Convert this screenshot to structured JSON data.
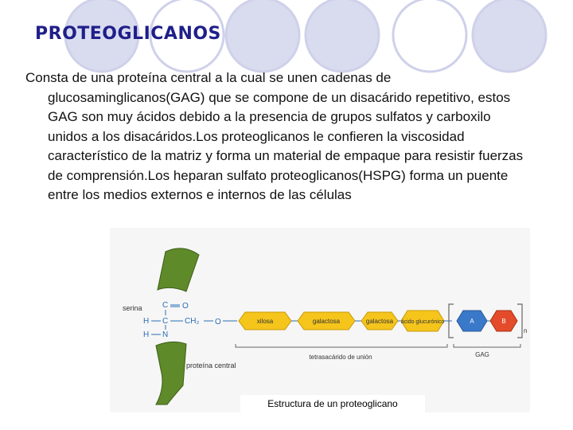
{
  "slide": {
    "title": "PROTEOGLICANOS",
    "body": "Consta de una proteína central a la cual se unen cadenas de glucosaminglicanos(GAG) que se compone de un disacárido repetitivo, estos GAG son muy ácidos debido a la presencia de grupos sulfatos y carboxilo unidos a los disacáridos.Los proteoglicanos le confieren la viscosidad característico de la matriz y forma un material de empaque para resistir fuerzas de comprensión.Los heparan sulfato proteoglicanos(HSPG) forma un puente entre los medios externos e internos de las células"
  },
  "figure": {
    "caption": "Estructura de un proteoglicano",
    "serine_label": "serina",
    "core_protein_label": "proteína central",
    "linkage_label": "tetrasacárido de unión",
    "gag_label": "GAG",
    "repeat_subscript": "n",
    "atoms": {
      "c_top": "C",
      "o": "O",
      "h_left": "H",
      "c_mid": "C",
      "ch2": "CH₂",
      "o_link": "O",
      "h_bottom": "H",
      "n": "N"
    },
    "sugars": [
      "xilosa",
      "galactosa",
      "galactosa",
      "ácido glucurónico"
    ],
    "disaccharide_units": [
      "A",
      "B"
    ],
    "colors": {
      "title": "#1f1f8a",
      "protein": "#5e8a2a",
      "sugar": "#f5c51c",
      "unit_a": "#3a78c9",
      "unit_b": "#e34b2a",
      "deco_circle": "#c9cbe6"
    }
  }
}
